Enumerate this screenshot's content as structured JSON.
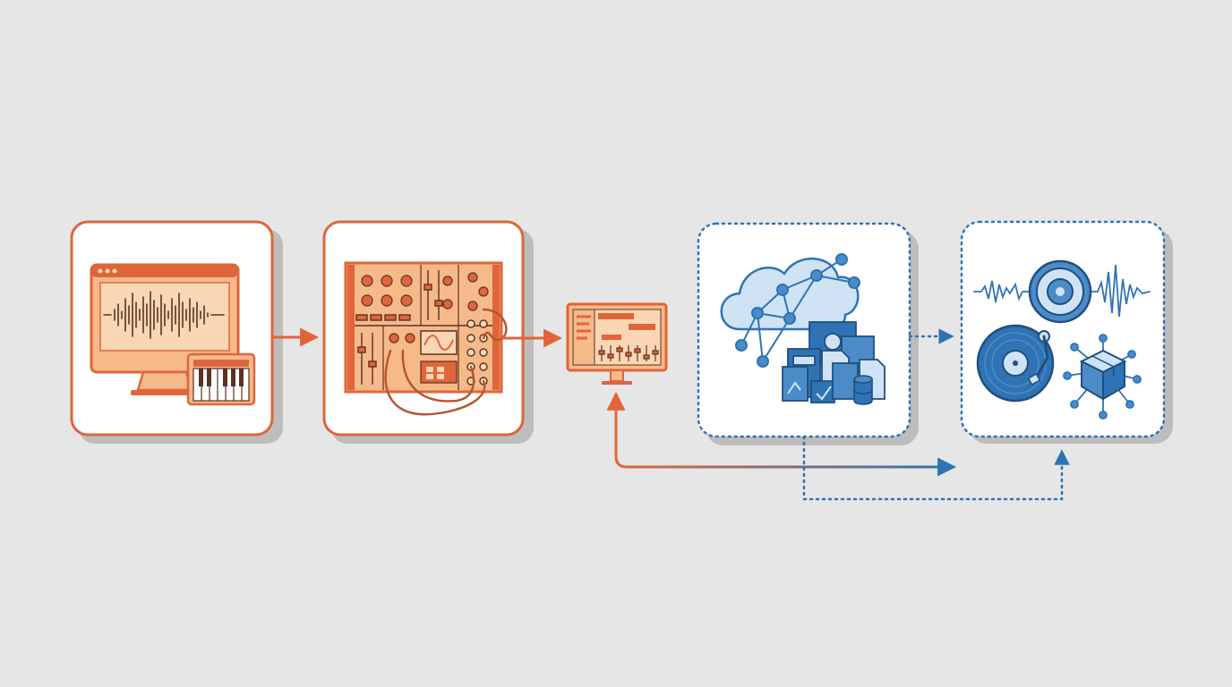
{
  "diagram": {
    "nodes": [
      {
        "id": "daw-workstation",
        "style": "solid",
        "accent": "orange",
        "icons": [
          "monitor-icon",
          "waveform-icon",
          "midi-keyboard-icon"
        ]
      },
      {
        "id": "modular-synth",
        "style": "solid",
        "accent": "orange",
        "icons": [
          "synth-panel-icon",
          "knob-icon",
          "fader-icon",
          "patch-cable-icon"
        ]
      },
      {
        "id": "mix-monitor",
        "style": "none",
        "accent": "orange",
        "icons": [
          "monitor-icon",
          "mixer-fader-icon"
        ]
      },
      {
        "id": "cloud-storage",
        "style": "dotted",
        "accent": "blue",
        "icons": [
          "cloud-icon",
          "network-node-icon",
          "file-stack-icon",
          "database-icon"
        ]
      },
      {
        "id": "distribution",
        "style": "dotted",
        "accent": "blue",
        "icons": [
          "speaker-icon",
          "waveform-icon",
          "vinyl-turntable-icon",
          "package-network-icon"
        ]
      }
    ],
    "edges": [
      {
        "from": "daw-workstation",
        "to": "modular-synth",
        "style": "solid",
        "color": "orange"
      },
      {
        "from": "modular-synth",
        "to": "mix-monitor",
        "style": "solid",
        "color": "orange"
      },
      {
        "from": "cloud-storage",
        "to": "distribution",
        "style": "dotted",
        "color": "blue"
      },
      {
        "from": "cloud-storage",
        "to": "distribution",
        "style": "dotted",
        "color": "blue",
        "route": "below"
      },
      {
        "from": "mix-monitor",
        "to": "distribution",
        "style": "solid",
        "color": "orange-to-blue gradient",
        "route": "below"
      },
      {
        "from": "mix-monitor",
        "to": "mix-monitor",
        "style": "solid",
        "color": "orange",
        "route": "feedback"
      }
    ]
  },
  "colors": {
    "background": "#e6e6e6",
    "orange_stroke": "#e0653a",
    "orange_fill": "#f6b98a",
    "orange_light": "#fbd6b4",
    "dark_line": "#5a3222",
    "blue_stroke": "#2f73b4",
    "blue_fill": "#4b8cc8",
    "blue_light": "#cfe3f4",
    "card_fill": "#ffffff",
    "shadow": "#bdbdbd"
  }
}
